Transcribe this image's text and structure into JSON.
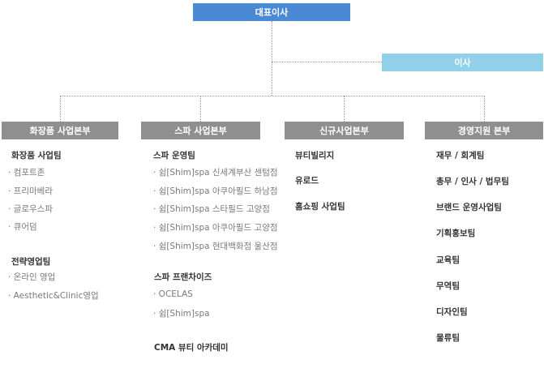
{
  "ceo": "대표이사",
  "director": "이사",
  "divisions": [
    {
      "title": "화장품 사업본부",
      "groups": [
        {
          "team": "화장품 사업팀",
          "items": [
            "· 컴포트존",
            "· 프리마베라",
            "· 글로우스파",
            "· 큐어덤"
          ]
        },
        {
          "team": "전략영업팀",
          "items": [
            "· 온라인 영업",
            "· Aesthetic&Clinic영업"
          ]
        }
      ]
    },
    {
      "title": "스파 사업본부",
      "groups": [
        {
          "team": "스파 운영팀",
          "items": [
            "· 쉼[Shim]spa 신세계부산 센텀점",
            "· 쉼[Shim]spa 아쿠아필드 하남점",
            "· 쉼[Shim]spa 스타필드 고양점",
            "· 쉼[Shim]spa 아쿠아필드 고양점",
            "· 쉼[Shim]spa 현대백화점 울산점"
          ]
        },
        {
          "team": "스파 프랜차이즈",
          "items": [
            "· OCELAS",
            "· 쉼[Shim]spa"
          ]
        },
        {
          "team": "CMA 뷰티 아카데미",
          "items": []
        }
      ]
    },
    {
      "title": "신규사업본부",
      "items": [
        "뷰티빌리지",
        "유로드",
        "홈쇼핑 사업팀"
      ]
    },
    {
      "title": "경영지원 본부",
      "items": [
        "재무 / 회계팀",
        "총무 / 인사 / 법무팀",
        "브랜드 운영사업팀",
        "기획홍보팀",
        "교육팀",
        "무역팀",
        "디자인팀",
        "물류팀"
      ]
    }
  ]
}
